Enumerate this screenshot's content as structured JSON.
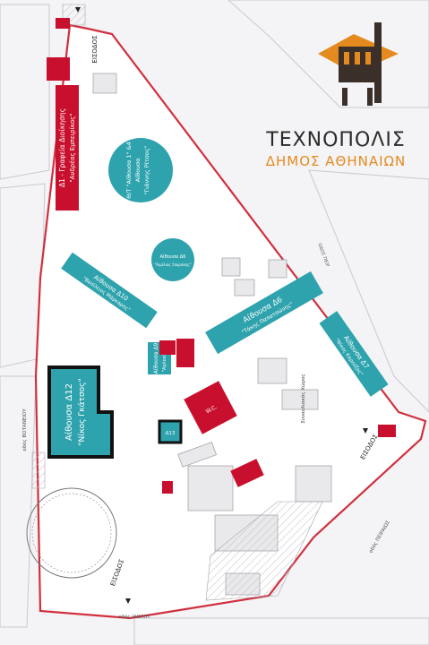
{
  "brand": {
    "title": "ΤΕΧΝΟΠΟΛΙΣ",
    "subtitle": "ΔΗΜΟΣ ΑΘΗΝΑΙΩΝ",
    "colors": {
      "accent": "#e48a1f",
      "logo_dark": "#3b2f2a"
    }
  },
  "colors": {
    "teal": "#2ea3ad",
    "red": "#c8102e",
    "outline": "#cf2a3a",
    "building": "#e3e3e6",
    "black": "#111111"
  },
  "buildings": {
    "d1": {
      "title": "Δ1 - Γραφεία Διοίκησης",
      "subtitle": "\"Ανδρέας Εμπειρίκος\""
    },
    "gasholder": {
      "line1": "Θ/Τ \"Αίθουσα 1\" &4",
      "line2": "Αίθουσα",
      "line3": "\"Γιάννης Ρίτσος\""
    },
    "d6_small": {
      "line1": "Αίθουσα Δ6",
      "line2": "\"Αιμίλιος Σπυράκης\""
    },
    "d10": {
      "line1": "Αίθουσα Δ10",
      "line2": "\"Βασίλειος Μάρκαρης\""
    },
    "d6": {
      "line1": "Αίθουσα Δ6",
      "line2": "\"Τάκης Παπατσώνης\""
    },
    "d7": {
      "line1": "Αίθουσα Δ7",
      "line2": "\"Νίκος Καρούζος\""
    },
    "d9": {
      "line1": "Αίθουσα Δ9",
      "line2": "\"Αρλεκίνος\""
    },
    "d12": {
      "line1": "Αίθουσα Δ12",
      "line2": "\"Νίκος Γκάτσος\""
    },
    "wc": "W.C.",
    "d13": "Δ13",
    "courtyard": "Συναυλιακός Χώρος"
  },
  "entrances": {
    "top": "ΕΙΣΟΔΟΣ",
    "right": "ΕΙΣΟΔΟΣ",
    "bottom": "ΕΙΣΟΔΟΣ"
  },
  "streets": {
    "left": "οδός ΒΟΤΑΝΕΙΟΥ",
    "bottom": "οδός ΙΑΚΧΟΥ",
    "right": "οδός ΠΕΙΡΑΙΩΣ",
    "mid": "ΟΔΟΣ ΠΕΙΡ"
  },
  "icons": [
    "entrance-arrow-icon",
    "gasholder-logo-icon"
  ]
}
